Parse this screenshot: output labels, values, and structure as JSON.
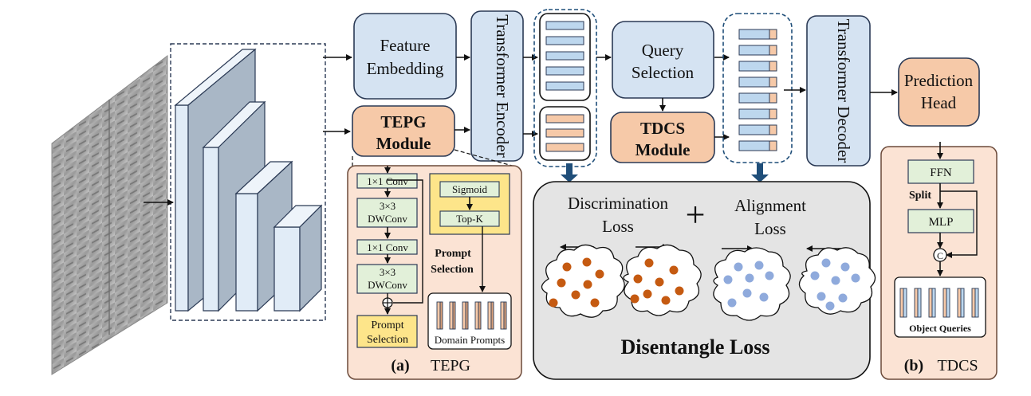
{
  "modules": {
    "feature_embedding": [
      "Feature",
      "Embedding"
    ],
    "tepg": [
      "TEPG",
      "Module"
    ],
    "transformer_encoder": "Transformer Encoder",
    "query_selection": [
      "Query",
      "Selection"
    ],
    "tdcs": [
      "TDCS",
      "Module"
    ],
    "transformer_decoder": "Transformer Decoder",
    "prediction_head": [
      "Prediction",
      "Head"
    ]
  },
  "tepg_panel": {
    "conv1": "1×1 Conv",
    "dwconv1": [
      "3×3",
      "DWConv"
    ],
    "conv2": "1×1 Conv",
    "dwconv2": [
      "3×3",
      "DWConv"
    ],
    "prompt_selection_box": [
      "Prompt",
      "Selection"
    ],
    "sigmoid": "Sigmoid",
    "topk": "Top-K",
    "prompt_selection_label": [
      "Prompt",
      "Selection"
    ],
    "domain_prompts": "Domain Prompts",
    "caption_letter": "(a)",
    "caption_text": "TEPG"
  },
  "loss_panel": {
    "discrimination": [
      "Discrimination",
      "Loss"
    ],
    "plus": "+",
    "alignment": [
      "Alignment",
      "Loss"
    ],
    "title": "Disentangle Loss"
  },
  "tdcs_panel": {
    "ffn": "FFN",
    "split": "Split",
    "mlp": "MLP",
    "concat": "C",
    "object_queries": "Object Queries",
    "caption_letter": "(b)",
    "caption_text": "TDCS"
  },
  "colors": {
    "blue_fill": "#d5e3f2",
    "orange_fill": "#f6c9a8",
    "panel_peach": "#fbe3d4",
    "loss_gray": "#e4e4e4",
    "dot_orange": "#c55a11",
    "dot_blue": "#8faadc",
    "dark_arrow": "#1f4e79"
  }
}
